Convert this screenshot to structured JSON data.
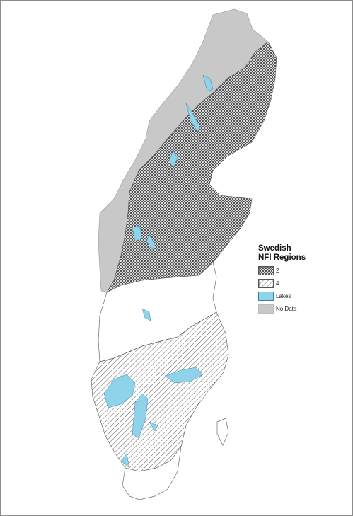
{
  "legend": {
    "title_line1": "Swedish",
    "title_line2": "NFI Regions",
    "items": [
      {
        "label": "2",
        "pattern": "crosshatch"
      },
      {
        "label": "4",
        "pattern": "diagonal"
      },
      {
        "label": "Lakes",
        "color": "#8fd3ea"
      },
      {
        "label": "No Data",
        "color": "#c8c8c8"
      }
    ]
  },
  "colors": {
    "lakes": "#8fd3ea",
    "no_data": "#c8c8c8",
    "outline": "#6a6a6a",
    "hatch": "#3a3a3a"
  }
}
